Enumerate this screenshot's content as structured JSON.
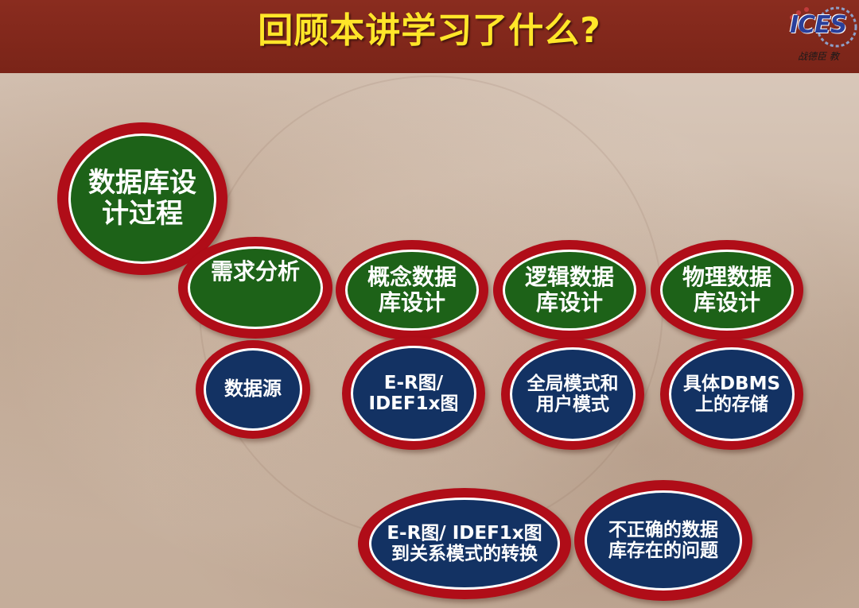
{
  "slide": {
    "title": "回顾本讲学习了什么?",
    "logo": {
      "text": "ICES",
      "subtitle": "战德臣 教"
    }
  },
  "nodes": {
    "root": {
      "label": "数据库设\n计过程"
    },
    "stage1": {
      "label": "需求分析"
    },
    "stage2": {
      "label": "概念数据\n库设计"
    },
    "stage3": {
      "label": "逻辑数据\n库设计"
    },
    "stage4": {
      "label": "物理数据\n库设计"
    },
    "out1": {
      "label": "数据源"
    },
    "out2": {
      "label": "E-R图/\nIDEF1x图"
    },
    "out3": {
      "label": "全局模式和\n用户模式"
    },
    "out4": {
      "label": "具体DBMS\n上的存储"
    },
    "extra1": {
      "label": "E-R图/ IDEF1x图\n到关系模式的转换"
    },
    "extra2": {
      "label": "不正确的数据\n库存在的问题"
    }
  },
  "colors": {
    "header": "#7f2619",
    "title": "#ffe629",
    "ring": "#b00d18",
    "green": "#1d6218",
    "navy": "#133263"
  }
}
